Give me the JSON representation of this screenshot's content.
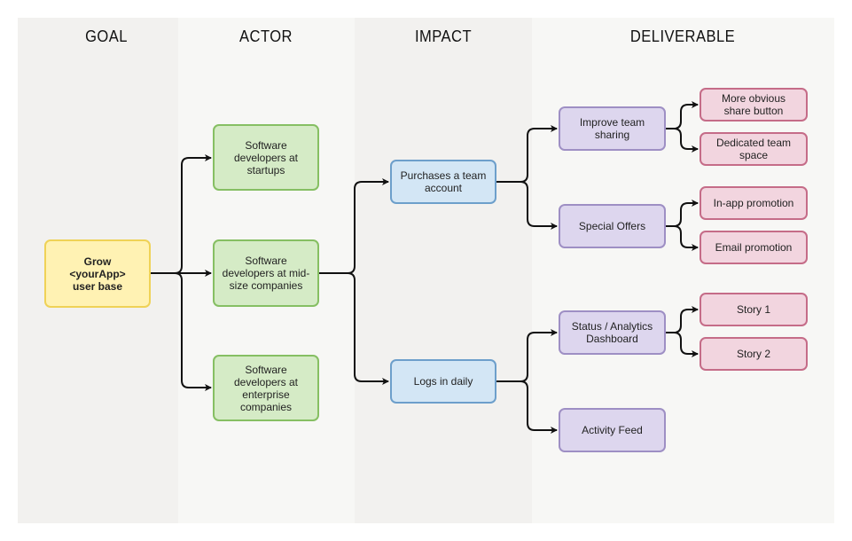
{
  "lanes": {
    "goal": "GOAL",
    "actor": "ACTOR",
    "impact": "IMPACT",
    "deliverable": "DELIVERABLE"
  },
  "nodes": {
    "goal": "Grow\n<yourApp>\nuser base",
    "actor_startups": "Software\ndevelopers at\nstartups",
    "actor_midsize": "Software\ndevelopers at mid-\nsize companies",
    "actor_enterprise": "Software\ndevelopers at\nenterprise\ncompanies",
    "impact_purchase": "Purchases a team\naccount",
    "impact_logs": "Logs in daily",
    "deliv_sharing": "Improve team\nsharing",
    "deliv_offers": "Special Offers",
    "deliv_dashboard": "Status / Analytics\nDashboard",
    "deliv_feed": "Activity Feed",
    "story_share_button": "More obvious\nshare button",
    "story_team_space": "Dedicated team\nspace",
    "story_inapp": "In-app promotion",
    "story_email": "Email promotion",
    "story_1": "Story 1",
    "story_2": "Story 2"
  },
  "colors": {
    "goal": "#fff2b3",
    "actor": "#d5ebc6",
    "impact": "#d3e6f5",
    "deliverable": "#ddd6ee",
    "story": "#f2d5df"
  }
}
